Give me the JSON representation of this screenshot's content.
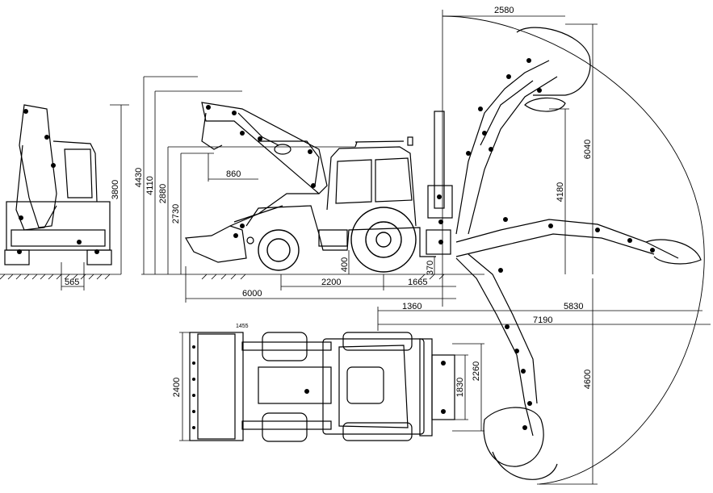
{
  "dimensions": {
    "dig_reach_height_offset": "2580",
    "front_track_offset": "565",
    "front_height": "3800",
    "overall_height": "4430",
    "loader_pin_height": "4110",
    "cab_height": "2880",
    "dump_height": "2730",
    "dump_reach": "860",
    "ground_clearance": "400",
    "bucket_below": "370",
    "overall_length": "6000",
    "wheelbase": "2200",
    "rear_overhang": "1665",
    "swing_offset": "1360",
    "dig_reach_ground": "5830",
    "max_reach": "7190",
    "max_dig_height": "6040",
    "dump_height_backhoe": "4180",
    "dig_depth": "4600",
    "bucket_width": "2400",
    "stabilizer_width_in": "1830",
    "stabilizer_width_out": "2260",
    "small_dim": "1455"
  }
}
